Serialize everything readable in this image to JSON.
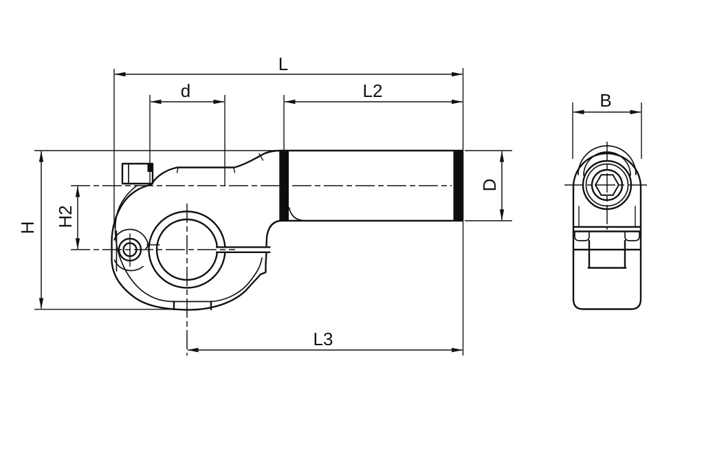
{
  "drawing": {
    "background": "#ffffff",
    "line_color": "#111111",
    "part_fill": "#e9e9e9",
    "band_color": "#0d0d0d",
    "bore_fill": "#ffffff",
    "dimensions": {
      "L": {
        "label": "L"
      },
      "d": {
        "label": "d"
      },
      "L2": {
        "label": "L2"
      },
      "L3": {
        "label": "L3"
      },
      "H": {
        "label": "H"
      },
      "H2": {
        "label": "H2"
      },
      "D": {
        "label": "D"
      },
      "B": {
        "label": "B"
      }
    }
  }
}
